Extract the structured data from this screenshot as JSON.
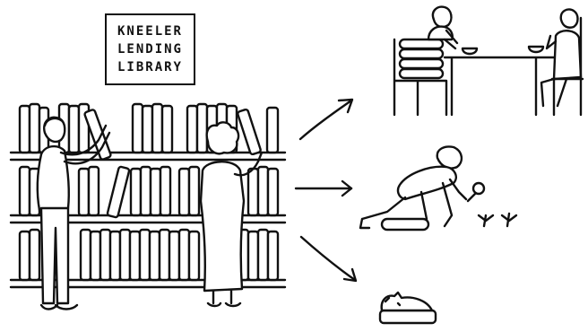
{
  "sign": {
    "line1": "KNEELER",
    "line2": "LENDING",
    "line3": "LIBRARY"
  }
}
